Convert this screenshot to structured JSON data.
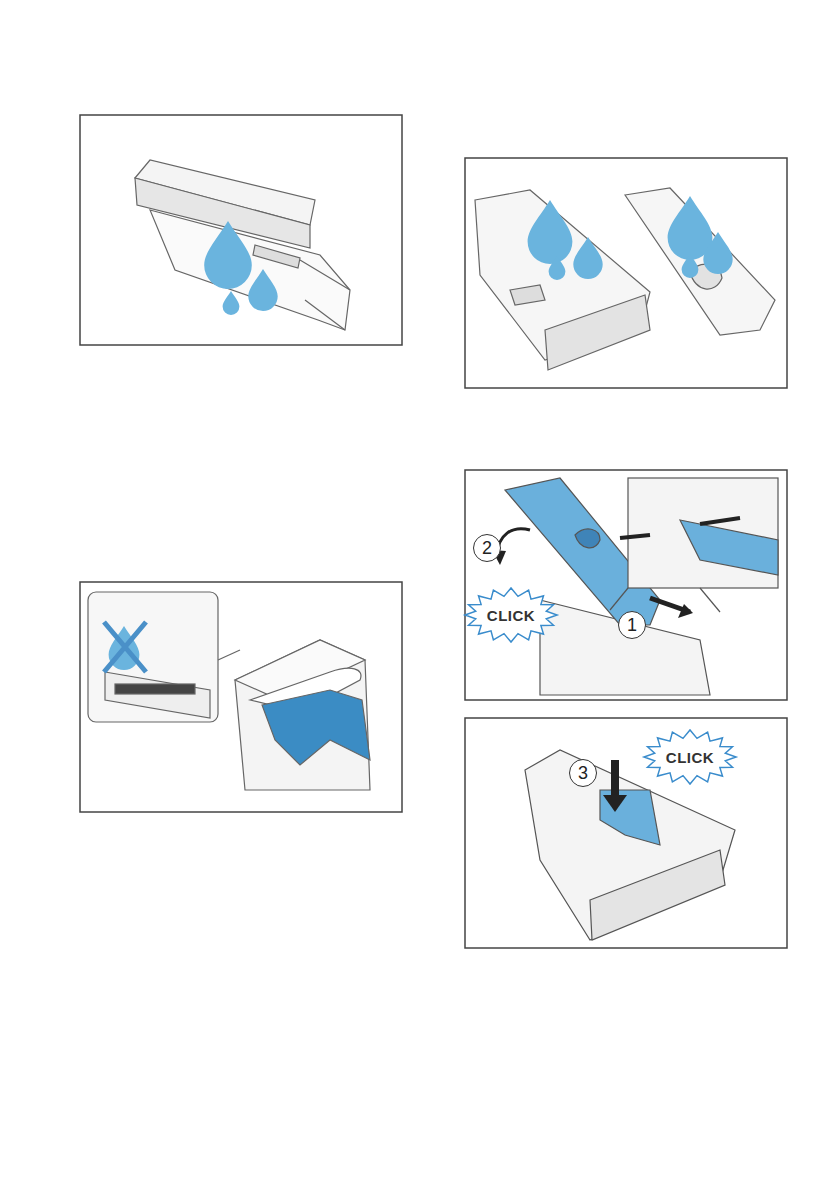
{
  "diagram": {
    "labels": [
      "2",
      "CLICK",
      "1",
      "3",
      "CLICK"
    ]
  }
}
